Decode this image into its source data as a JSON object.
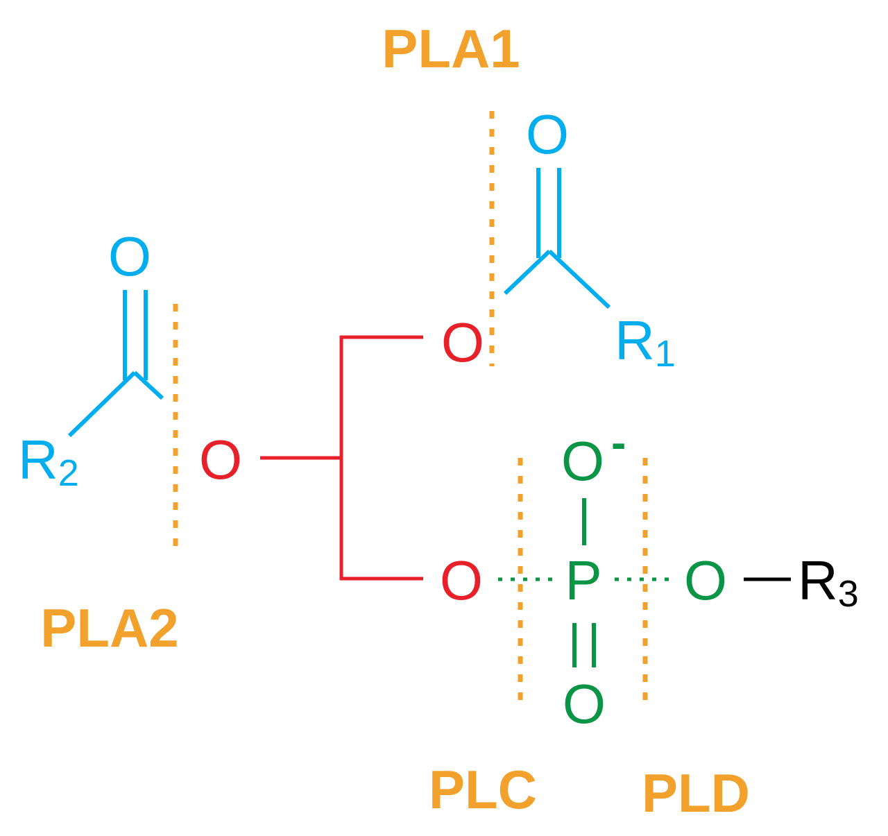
{
  "colors": {
    "enzyme": "#F2A12C",
    "acyl": "#00AEEF",
    "glycerol": "#E8202A",
    "phosphate": "#0A9446",
    "headgroup": "#000000"
  },
  "enzymes": {
    "pla1": "PLA1",
    "pla2": "PLA2",
    "plc": "PLC",
    "pld": "PLD"
  },
  "atoms": {
    "o_carbonyl_1": "O",
    "o_carbonyl_2": "O",
    "r1_main": "R",
    "r1_sub": "1",
    "r2_main": "R",
    "r2_sub": "2",
    "o_sn1": "O",
    "o_sn2": "O",
    "o_sn3": "O",
    "phosphorus": "P",
    "o_phosphate_minus": "O",
    "charge_minus": "-",
    "o_phosphate_double": "O",
    "o_phosphate_ester": "O",
    "r3_main": "R",
    "r3_sub": "3"
  }
}
